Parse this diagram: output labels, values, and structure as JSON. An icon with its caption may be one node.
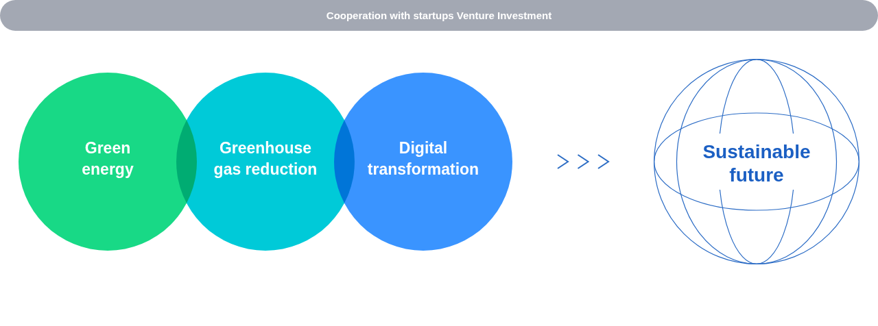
{
  "diagram": {
    "nodes": [
      {
        "text": [
          "Cooperation with startups Venture Investment"
        ]
      },
      {
        "text": [
          "Green energy"
        ]
      },
      {
        "text": [
          "Greenhouse gas reduction"
        ]
      },
      {
        "text": [
          "Digital transformation"
        ]
      },
      {
        "text": [
          "Sustainable future"
        ]
      }
    ],
    "edges": [
      {
        "from": 3,
        "to": 4,
        "arrow": "to"
      }
    ]
  }
}
